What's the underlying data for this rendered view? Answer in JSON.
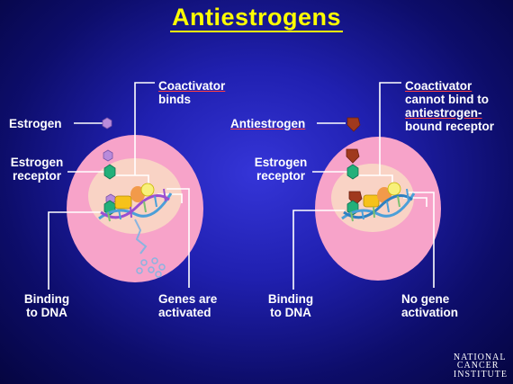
{
  "title": "Antiestrogens",
  "left": {
    "coactivator": [
      "Coactivator",
      "binds"
    ],
    "estrogen": "Estrogen",
    "receptor": [
      "Estrogen",
      "receptor"
    ],
    "binding": [
      "Binding",
      "to DNA"
    ],
    "genes": [
      "Genes are",
      "activated"
    ]
  },
  "right": {
    "coactivator": [
      "Coactivator",
      "cannot bind to",
      "antiestrogen-",
      "bound receptor"
    ],
    "antiestrogen": "Antiestrogen",
    "receptor": [
      "Estrogen",
      "receptor"
    ],
    "binding": [
      "Binding",
      "to DNA"
    ],
    "nogene": [
      "No gene",
      "activation"
    ]
  },
  "logo": [
    "NATIONAL",
    "CANCER",
    "INSTITUTE"
  ],
  "colors": {
    "title": "#ffff00",
    "cell": "#f7a3c9",
    "nucleus": "#f9d3c5",
    "estrogen": "#b98bdb",
    "antiestrogen": "#a0391e",
    "receptor": "#22b07a"
  }
}
